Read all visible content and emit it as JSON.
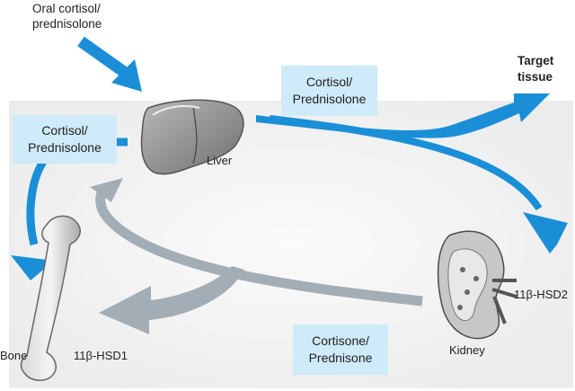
{
  "labels": {
    "oral_line1": "Oral cortisol/",
    "oral_line2": "prednisolone",
    "target_line1": "Target",
    "target_line2": "tissue",
    "liver": "Liver",
    "kidney": "Kidney",
    "bone": "Bone",
    "hsd1": "11β-HSD1",
    "hsd2": "11β-HSD2"
  },
  "boxes": {
    "top_right": {
      "line1": "Cortisol/",
      "line2": "Prednisolone"
    },
    "left": {
      "line1": "Cortisol/",
      "line2": "Prednisolone"
    },
    "bottom": {
      "line1": "Cortisone/",
      "line2": "Prednisone"
    }
  },
  "colors": {
    "blue_arrow": "#1a8fd8",
    "gray_arrow": "#a3adb6",
    "box_fill": "#cfeaf8",
    "panel_fill": "#f3f3f3"
  }
}
